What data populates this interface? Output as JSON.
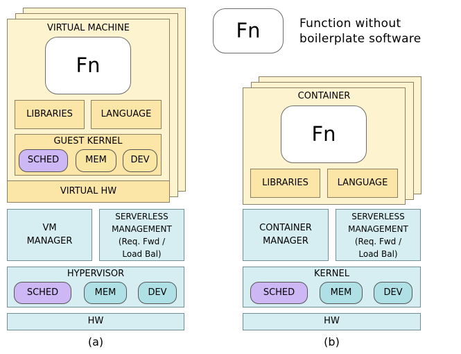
{
  "legend": {
    "fn": "Fn",
    "description_line1": "Function without",
    "description_line2": "boilerplate software"
  },
  "left": {
    "vm_title": "VIRTUAL MACHINE",
    "fn": "Fn",
    "libraries": "LIBRARIES",
    "language": "LANGUAGE",
    "guest_kernel": "GUEST KERNEL",
    "guest_sched": "SCHED",
    "guest_mem": "MEM",
    "guest_dev": "DEV",
    "virtual_hw": "VIRTUAL HW",
    "vm_manager_line1": "VM",
    "vm_manager_line2": "MANAGER",
    "serverless_line1": "SERVERLESS",
    "serverless_line2": "MANAGEMENT",
    "serverless_line3": "(Req. Fwd /",
    "serverless_line4": "Load Bal)",
    "hypervisor": "HYPERVISOR",
    "hv_sched": "SCHED",
    "hv_mem": "MEM",
    "hv_dev": "DEV",
    "hw": "HW",
    "caption": "(a)"
  },
  "right": {
    "container_title": "CONTAINER",
    "fn": "Fn",
    "libraries": "LIBRARIES",
    "language": "LANGUAGE",
    "container_manager_line1": "CONTAINER",
    "container_manager_line2": "MANAGER",
    "serverless_line1": "SERVERLESS",
    "serverless_line2": "MANAGEMENT",
    "serverless_line3": "(Req. Fwd /",
    "serverless_line4": "Load Bal)",
    "kernel": "KERNEL",
    "k_sched": "SCHED",
    "k_mem": "MEM",
    "k_dev": "DEV",
    "hw": "HW",
    "caption": "(b)"
  }
}
